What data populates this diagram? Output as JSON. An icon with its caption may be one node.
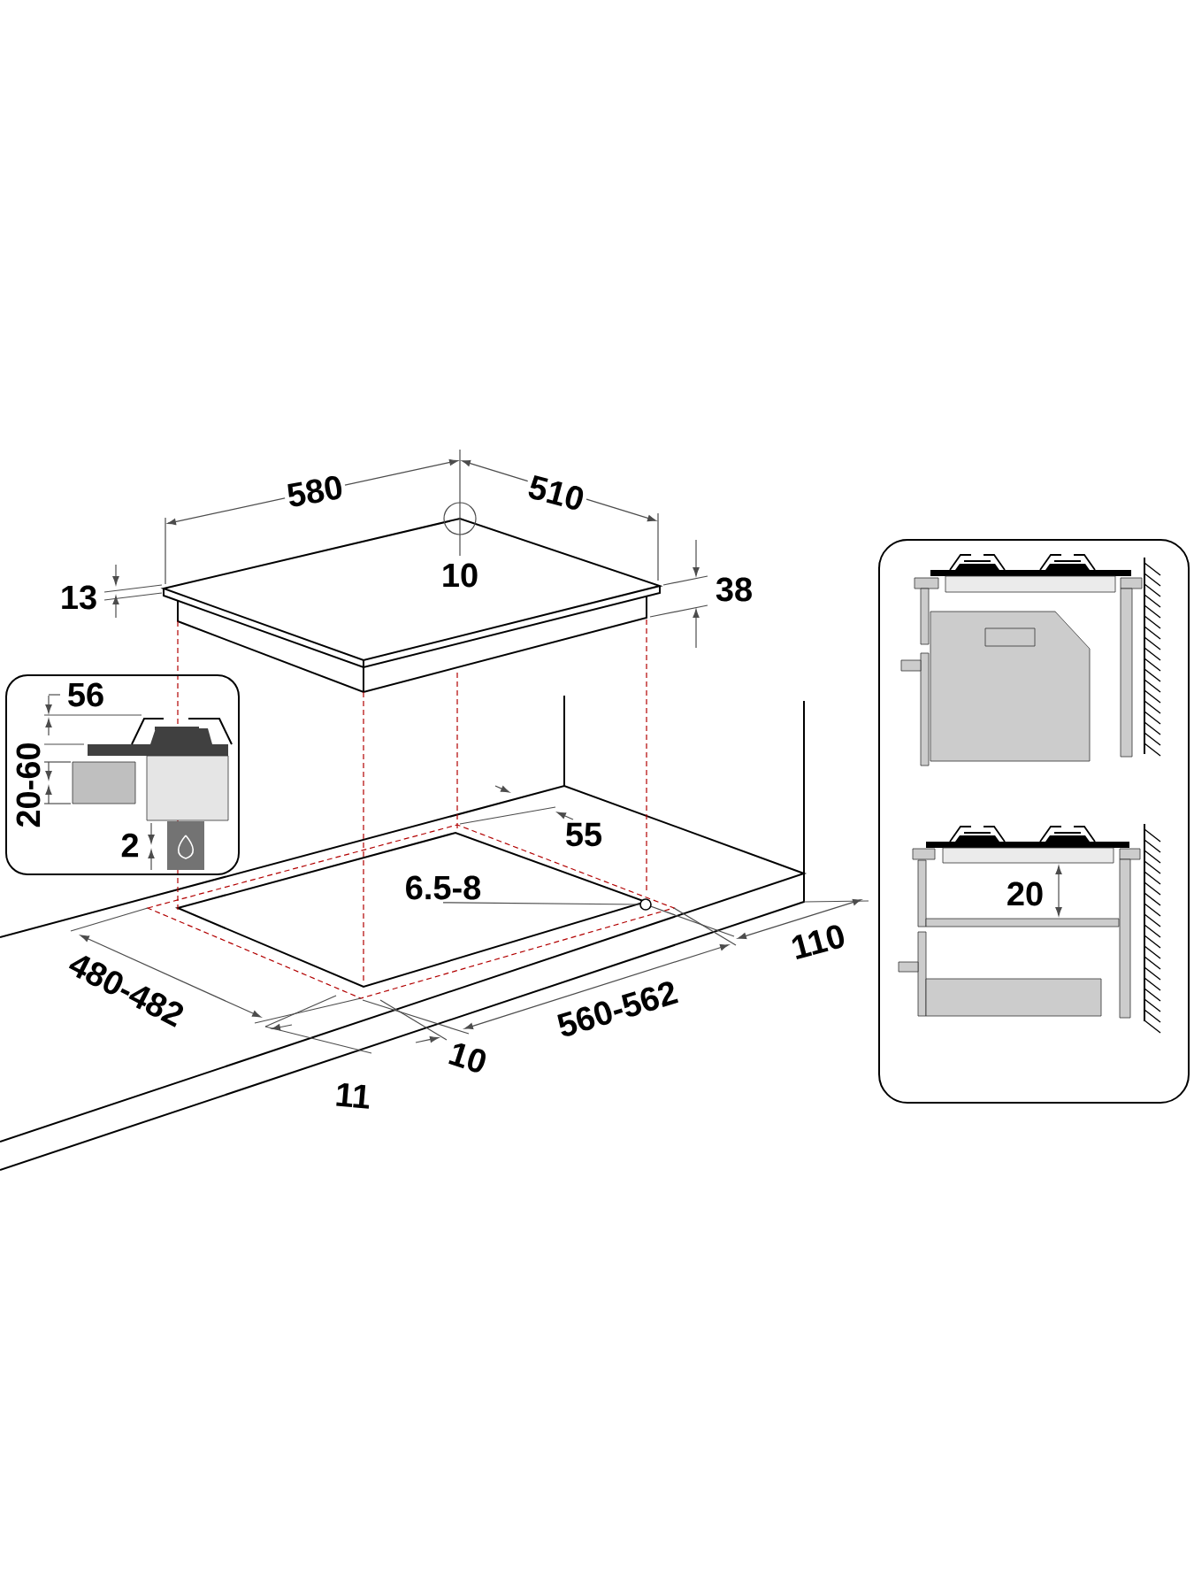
{
  "diagram": {
    "nodes": [
      {
        "text": [
          "6.5-8"
        ]
      },
      {
        "text": [],
        "shape": "circle"
      }
    ],
    "edges": [
      {
        "from": 0,
        "to": 1,
        "arrow": "none"
      }
    ],
    "labels": [
      "580",
      "510",
      "10",
      "13",
      "38",
      "56",
      "20-60",
      "2",
      "55",
      "480-482",
      "560-562",
      "110",
      "10",
      "11",
      "20"
    ]
  }
}
